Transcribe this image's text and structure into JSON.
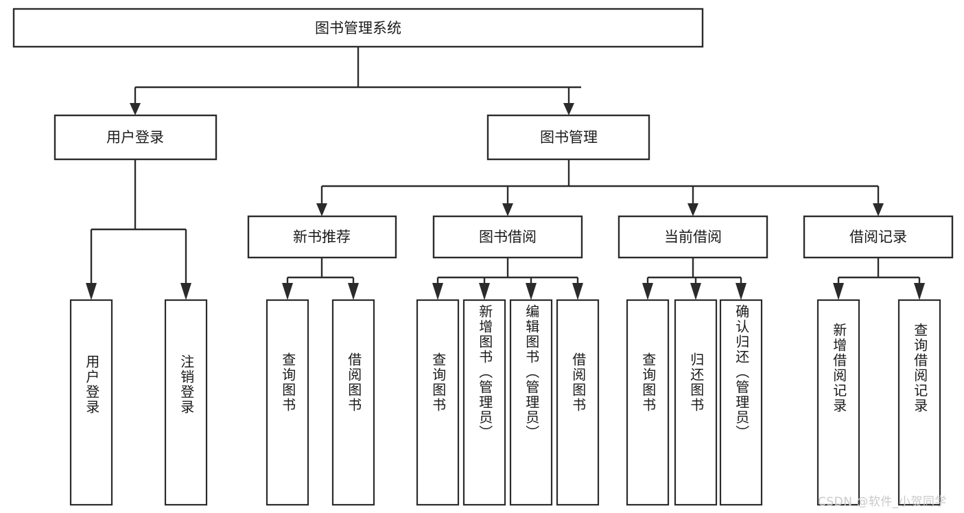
{
  "diagram": {
    "type": "tree",
    "title": "图书管理系统",
    "watermark": "CSDN @软件_小贺同学",
    "colors": {
      "stroke": "#2b2b2b",
      "fill": "#ffffff",
      "text": "#1a1a1a",
      "watermark": "#c9c9c9"
    },
    "levels": {
      "root_label": "图书管理系统",
      "level2": [
        {
          "label": "用户登录"
        },
        {
          "label": "图书管理"
        }
      ],
      "level3": [
        {
          "label": "新书推荐"
        },
        {
          "label": "图书借阅"
        },
        {
          "label": "当前借阅"
        },
        {
          "label": "借阅记录"
        }
      ]
    },
    "nodes": {
      "root": "图书管理系统",
      "user_login": "用户登录",
      "book_mgmt": "图书管理",
      "new_book_rec": "新书推荐",
      "book_borrow": "图书借阅",
      "current_borrow": "当前借阅",
      "borrow_record": "借阅记录",
      "leaf_user_login": "用户登录",
      "leaf_logout": "注销登录",
      "leaf_query_book_1": "查询图书",
      "leaf_borrow_book_1": "借阅图书",
      "leaf_query_book_2": "查询图书",
      "leaf_add_book_admin": "新增图书（管理员）",
      "leaf_edit_book_admin": "编辑图书（管理员）",
      "leaf_borrow_book_2": "借阅图书",
      "leaf_query_book_3": "查询图书",
      "leaf_return_book": "归还图书",
      "leaf_confirm_return_admin": "确认归还（管理员）",
      "leaf_add_record": "新增借阅记录",
      "leaf_query_record": "查询借阅记录"
    }
  }
}
